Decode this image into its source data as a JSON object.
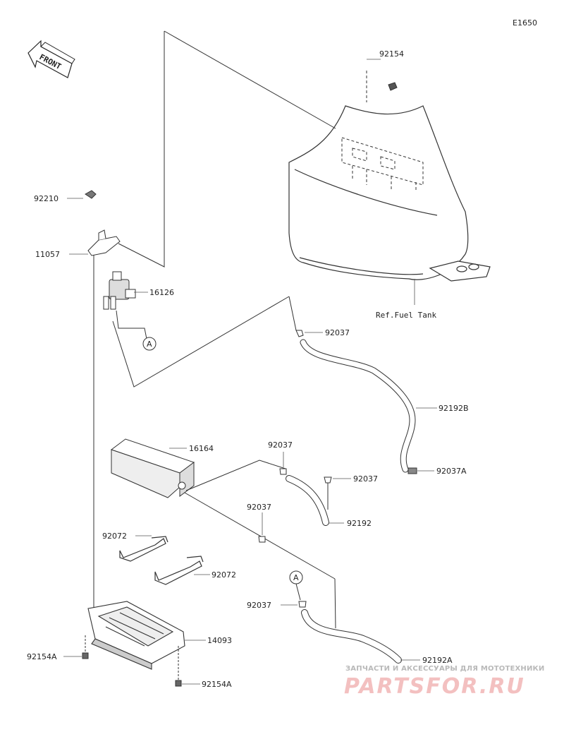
{
  "diagram": {
    "code": "E1650",
    "front_label": "FRONT",
    "ref_label": "Ref.Fuel Tank",
    "callout_a": "A",
    "parts": {
      "p92154_top": "92154",
      "p92210": "92210",
      "p11057": "11057",
      "p16126": "16126",
      "p92037_a": "92037",
      "p92192B": "92192B",
      "p92037A": "92037A",
      "p16164": "16164",
      "p92037_b": "92037",
      "p92037_c": "92037",
      "p92192": "92192",
      "p92037_d": "92037",
      "p92072_a": "92072",
      "p92072_b": "92072",
      "p92037_e": "92037",
      "p14093": "14093",
      "p92154A_a": "92154A",
      "p92154A_b": "92154A",
      "p92192A": "92192A"
    }
  },
  "watermark": {
    "line1": "ЗАПЧАСТИ И АКСЕССУАРЫ ДЛЯ МОТОТЕХНИКИ",
    "line2": "PARTSFOR.RU"
  }
}
